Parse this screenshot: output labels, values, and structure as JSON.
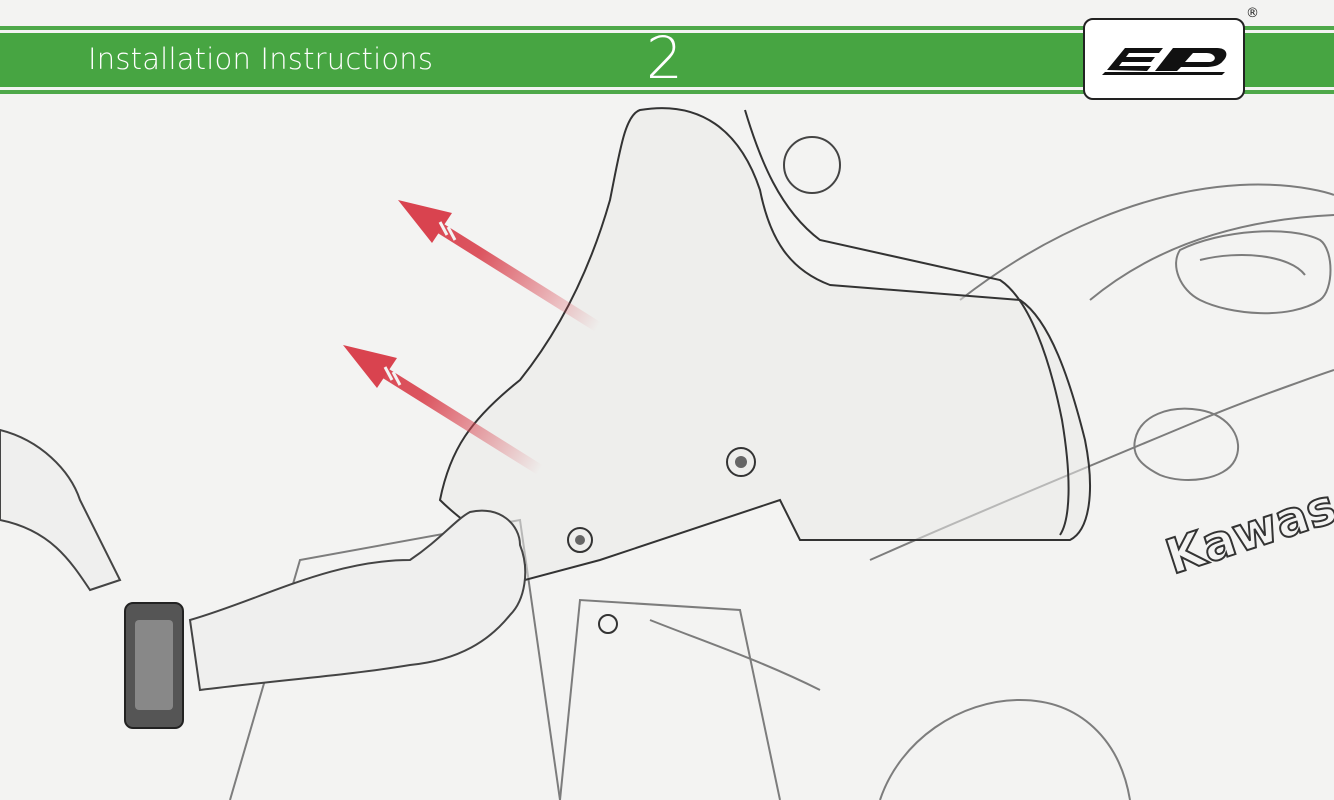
{
  "header": {
    "title": "Installation Instructions",
    "step_number": "2",
    "brand_logo": "ep-logo",
    "registered_mark": "®",
    "banner_color": "#47a542"
  },
  "illustration": {
    "arrow_color": "#d9434f",
    "tank_lettering": "Kawas"
  }
}
